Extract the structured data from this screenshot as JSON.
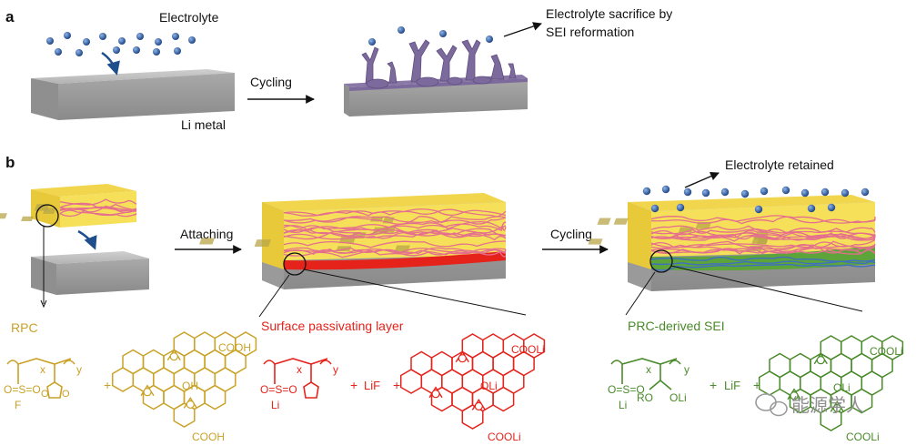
{
  "panel_a": {
    "letter": "a",
    "electrolyte": "Electrolyte",
    "li_metal": "Li metal",
    "cycling": "Cycling",
    "sacrifice_line1": "Electrolyte sacrifice by",
    "sacrifice_line2": "SEI reformation"
  },
  "panel_b": {
    "letter": "b",
    "attaching": "Attaching",
    "cycling": "Cycling",
    "electrolyte_retained": "Electrolyte retained",
    "rpc": "RPC",
    "surface_layer": "Surface passivating layer",
    "prc_sei": "PRC-derived SEI"
  },
  "chem": {
    "x": "x",
    "y": "y",
    "plus": "+",
    "lif": "LiF",
    "cooh": "COOH",
    "oh": "OH",
    "cooli": "COOLi",
    "oli": "OLi",
    "o": "O",
    "o_s_o": "O=S=O",
    "f": "F",
    "li": "Li",
    "ro": "RO"
  },
  "watermark": "能源学人",
  "colors": {
    "rpc": "#c9a227",
    "red": "#e5231b",
    "green": "#4a8a2a",
    "fiber": "#e46f8e",
    "yellow": "#f6e05a",
    "slab_top": "#c2c2c2",
    "slab_front": "#9b9b9b",
    "ball": "#2f5a9e",
    "sei_purple": "#7d6a9c"
  }
}
